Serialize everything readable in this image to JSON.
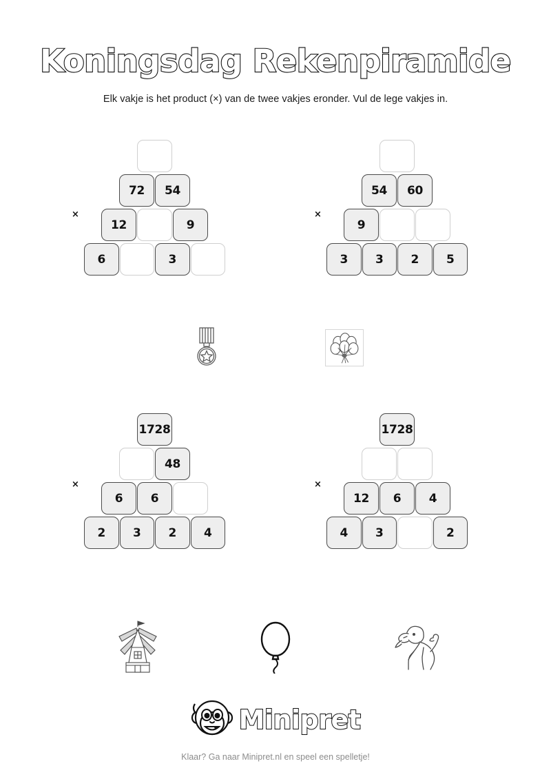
{
  "header": {
    "title": "Koningsdag Rekenpiramide",
    "subtitle": "Elk vakje is het product (×) van de twee vakjes eronder. Vul de lege vakjes in."
  },
  "operator": {
    "symbol": "×",
    "name": "multiplication"
  },
  "puzzles": [
    {
      "id": "pyramid-1",
      "operator": "×",
      "rows": [
        [
          {
            "value": "",
            "filled": false
          }
        ],
        [
          {
            "value": "72",
            "filled": true
          },
          {
            "value": "54",
            "filled": true
          }
        ],
        [
          {
            "value": "12",
            "filled": true
          },
          {
            "value": "",
            "filled": false
          },
          {
            "value": "9",
            "filled": true
          }
        ],
        [
          {
            "value": "6",
            "filled": true
          },
          {
            "value": "",
            "filled": false
          },
          {
            "value": "3",
            "filled": true
          },
          {
            "value": "",
            "filled": false
          }
        ]
      ]
    },
    {
      "id": "pyramid-2",
      "operator": "×",
      "rows": [
        [
          {
            "value": "",
            "filled": false
          }
        ],
        [
          {
            "value": "54",
            "filled": true
          },
          {
            "value": "60",
            "filled": true
          }
        ],
        [
          {
            "value": "9",
            "filled": true
          },
          {
            "value": "",
            "filled": false
          },
          {
            "value": "",
            "filled": false
          }
        ],
        [
          {
            "value": "3",
            "filled": true
          },
          {
            "value": "3",
            "filled": true
          },
          {
            "value": "2",
            "filled": true
          },
          {
            "value": "5",
            "filled": true
          }
        ]
      ]
    },
    {
      "id": "pyramid-3",
      "operator": "×",
      "rows": [
        [
          {
            "value": "1728",
            "filled": true
          }
        ],
        [
          {
            "value": "",
            "filled": false
          },
          {
            "value": "48",
            "filled": true
          }
        ],
        [
          {
            "value": "6",
            "filled": true
          },
          {
            "value": "6",
            "filled": true
          },
          {
            "value": "",
            "filled": false
          }
        ],
        [
          {
            "value": "2",
            "filled": true
          },
          {
            "value": "3",
            "filled": true
          },
          {
            "value": "2",
            "filled": true
          },
          {
            "value": "4",
            "filled": true
          }
        ]
      ]
    },
    {
      "id": "pyramid-4",
      "operator": "×",
      "rows": [
        [
          {
            "value": "1728",
            "filled": true
          }
        ],
        [
          {
            "value": "",
            "filled": false
          },
          {
            "value": "",
            "filled": false
          }
        ],
        [
          {
            "value": "12",
            "filled": true
          },
          {
            "value": "6",
            "filled": true
          },
          {
            "value": "4",
            "filled": true
          }
        ],
        [
          {
            "value": "4",
            "filled": true
          },
          {
            "value": "3",
            "filled": true
          },
          {
            "value": "",
            "filled": false
          },
          {
            "value": "2",
            "filled": true
          }
        ]
      ]
    }
  ],
  "decorations": {
    "middle": [
      {
        "name": "medal-icon",
        "framed": false
      },
      {
        "name": "balloon-bunch-icon",
        "framed": true
      }
    ],
    "bottom": [
      {
        "name": "windmill-icon",
        "framed": false
      },
      {
        "name": "balloon-icon",
        "framed": false
      },
      {
        "name": "lion-icon",
        "framed": false
      }
    ]
  },
  "footer": {
    "brand_name": "Minipret",
    "logo_name": "monkey-face-logo",
    "note": "Klaar? Ga naar Minipret.nl en speel een spelletje!"
  }
}
